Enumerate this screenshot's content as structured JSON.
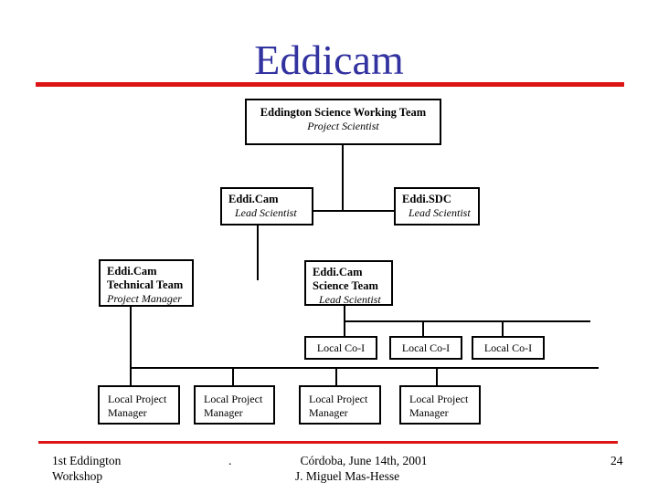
{
  "slide": {
    "title": "Eddicam",
    "accent_color": "#dd1414",
    "title_color": "#3232a0"
  },
  "org_chart": {
    "top_box": {
      "name": "Eddington Science Working Team",
      "role": "Project Scientist"
    },
    "level2": [
      {
        "name": "Eddi.Cam",
        "role": "Lead Scientist"
      },
      {
        "name": "Eddi.SDC",
        "role": "Lead Scientist"
      }
    ],
    "level3": [
      {
        "name_line1": "Eddi.Cam",
        "name_line2": "Technical Team",
        "role": "Project Manager"
      },
      {
        "name_line1": "Eddi.Cam",
        "name_line2": "Science Team",
        "role": "Lead Scientist"
      }
    ],
    "co_investigators": [
      {
        "label": "Local Co-I"
      },
      {
        "label": "Local Co-I"
      },
      {
        "label": "Local Co-I"
      }
    ],
    "project_managers": [
      {
        "line1": "Local Project",
        "line2": "Manager"
      },
      {
        "line1": "Local Project",
        "line2": "Manager"
      },
      {
        "line1": "Local Project",
        "line2": "Manager"
      },
      {
        "line1": "Local Project",
        "line2": "Manager"
      }
    ]
  },
  "footer": {
    "left_line1": "1st Eddington",
    "left_line2": "Workshop",
    "dot": ".",
    "center_line1": "Córdoba, June 14th, 2001",
    "center_line2": "J. Miguel Mas-Hesse",
    "page_number": "24"
  }
}
